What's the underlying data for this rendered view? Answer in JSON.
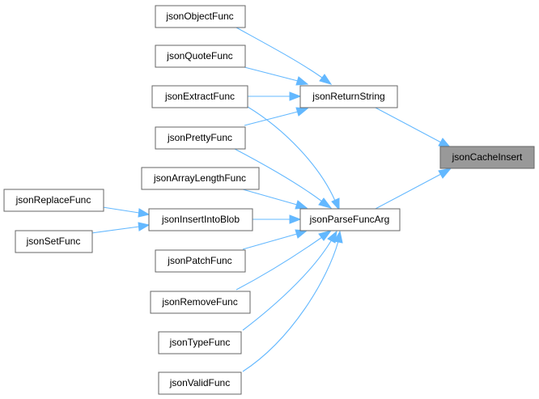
{
  "diagram": {
    "focus_node": "jsonCacheInsert",
    "colors": {
      "edge": "#63b8ff",
      "node_border": "#666666",
      "focus_fill": "#999999",
      "node_fill": "#ffffff"
    },
    "nodes": {
      "jsonObjectFunc": "jsonObjectFunc",
      "jsonQuoteFunc": "jsonQuoteFunc",
      "jsonExtractFunc": "jsonExtractFunc",
      "jsonPrettyFunc": "jsonPrettyFunc",
      "jsonArrayLengthFunc": "jsonArrayLengthFunc",
      "jsonReplaceFunc": "jsonReplaceFunc",
      "jsonInsertIntoBlob": "jsonInsertIntoBlob",
      "jsonSetFunc": "jsonSetFunc",
      "jsonPatchFunc": "jsonPatchFunc",
      "jsonRemoveFunc": "jsonRemoveFunc",
      "jsonTypeFunc": "jsonTypeFunc",
      "jsonValidFunc": "jsonValidFunc",
      "jsonReturnString": "jsonReturnString",
      "jsonParseFuncArg": "jsonParseFuncArg",
      "jsonCacheInsert": "jsonCacheInsert"
    },
    "edges": [
      {
        "from": "jsonReturnString",
        "to": "jsonCacheInsert"
      },
      {
        "from": "jsonParseFuncArg",
        "to": "jsonCacheInsert"
      },
      {
        "from": "jsonObjectFunc",
        "to": "jsonReturnString"
      },
      {
        "from": "jsonQuoteFunc",
        "to": "jsonReturnString"
      },
      {
        "from": "jsonExtractFunc",
        "to": "jsonReturnString"
      },
      {
        "from": "jsonPrettyFunc",
        "to": "jsonReturnString"
      },
      {
        "from": "jsonExtractFunc",
        "to": "jsonParseFuncArg"
      },
      {
        "from": "jsonPrettyFunc",
        "to": "jsonParseFuncArg"
      },
      {
        "from": "jsonArrayLengthFunc",
        "to": "jsonParseFuncArg"
      },
      {
        "from": "jsonInsertIntoBlob",
        "to": "jsonParseFuncArg"
      },
      {
        "from": "jsonPatchFunc",
        "to": "jsonParseFuncArg"
      },
      {
        "from": "jsonRemoveFunc",
        "to": "jsonParseFuncArg"
      },
      {
        "from": "jsonTypeFunc",
        "to": "jsonParseFuncArg"
      },
      {
        "from": "jsonValidFunc",
        "to": "jsonParseFuncArg"
      },
      {
        "from": "jsonReplaceFunc",
        "to": "jsonInsertIntoBlob"
      },
      {
        "from": "jsonSetFunc",
        "to": "jsonInsertIntoBlob"
      }
    ]
  }
}
